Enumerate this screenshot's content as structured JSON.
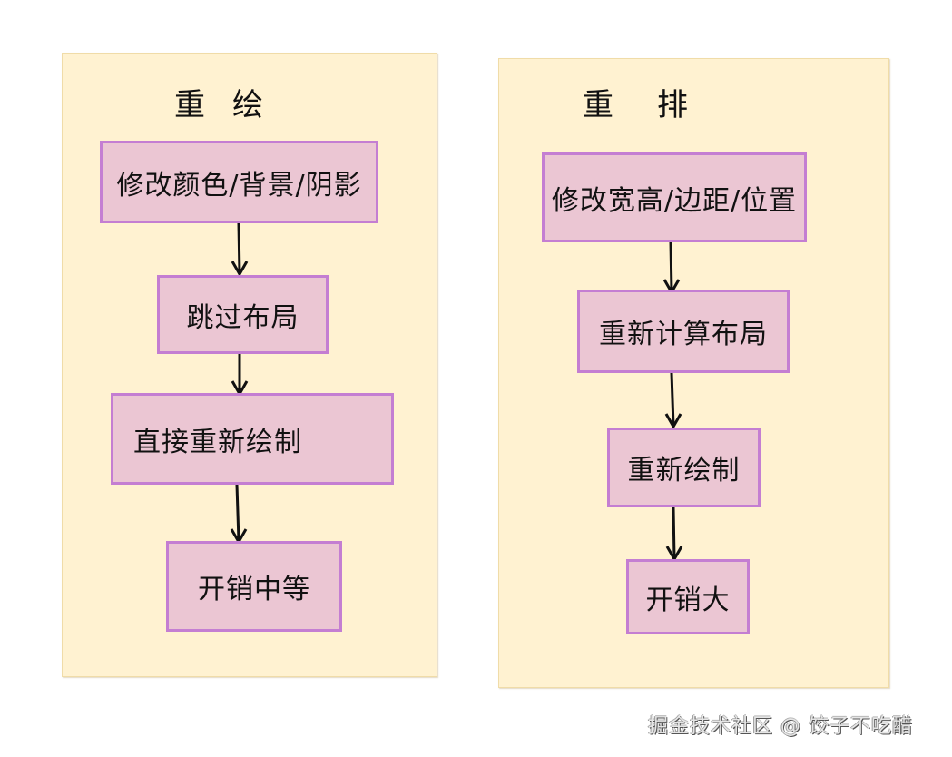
{
  "diagram": {
    "left_panel": {
      "title": "重绘",
      "steps": [
        "修改颜色/背景/阴影",
        "跳过布局",
        "直接重新绘制",
        "开销中等"
      ]
    },
    "right_panel": {
      "title": "重排",
      "steps": [
        "修改宽高/边距/位置",
        "重新计算布局",
        "重新绘制",
        "开销大"
      ]
    },
    "colors": {
      "panel_bg": "#fff2d1",
      "box_fill": "#ebc6d3",
      "box_border": "#c47ed2",
      "arrow": "#111111"
    }
  },
  "watermark": "掘金技术社区 @ 饺子不吃醋"
}
